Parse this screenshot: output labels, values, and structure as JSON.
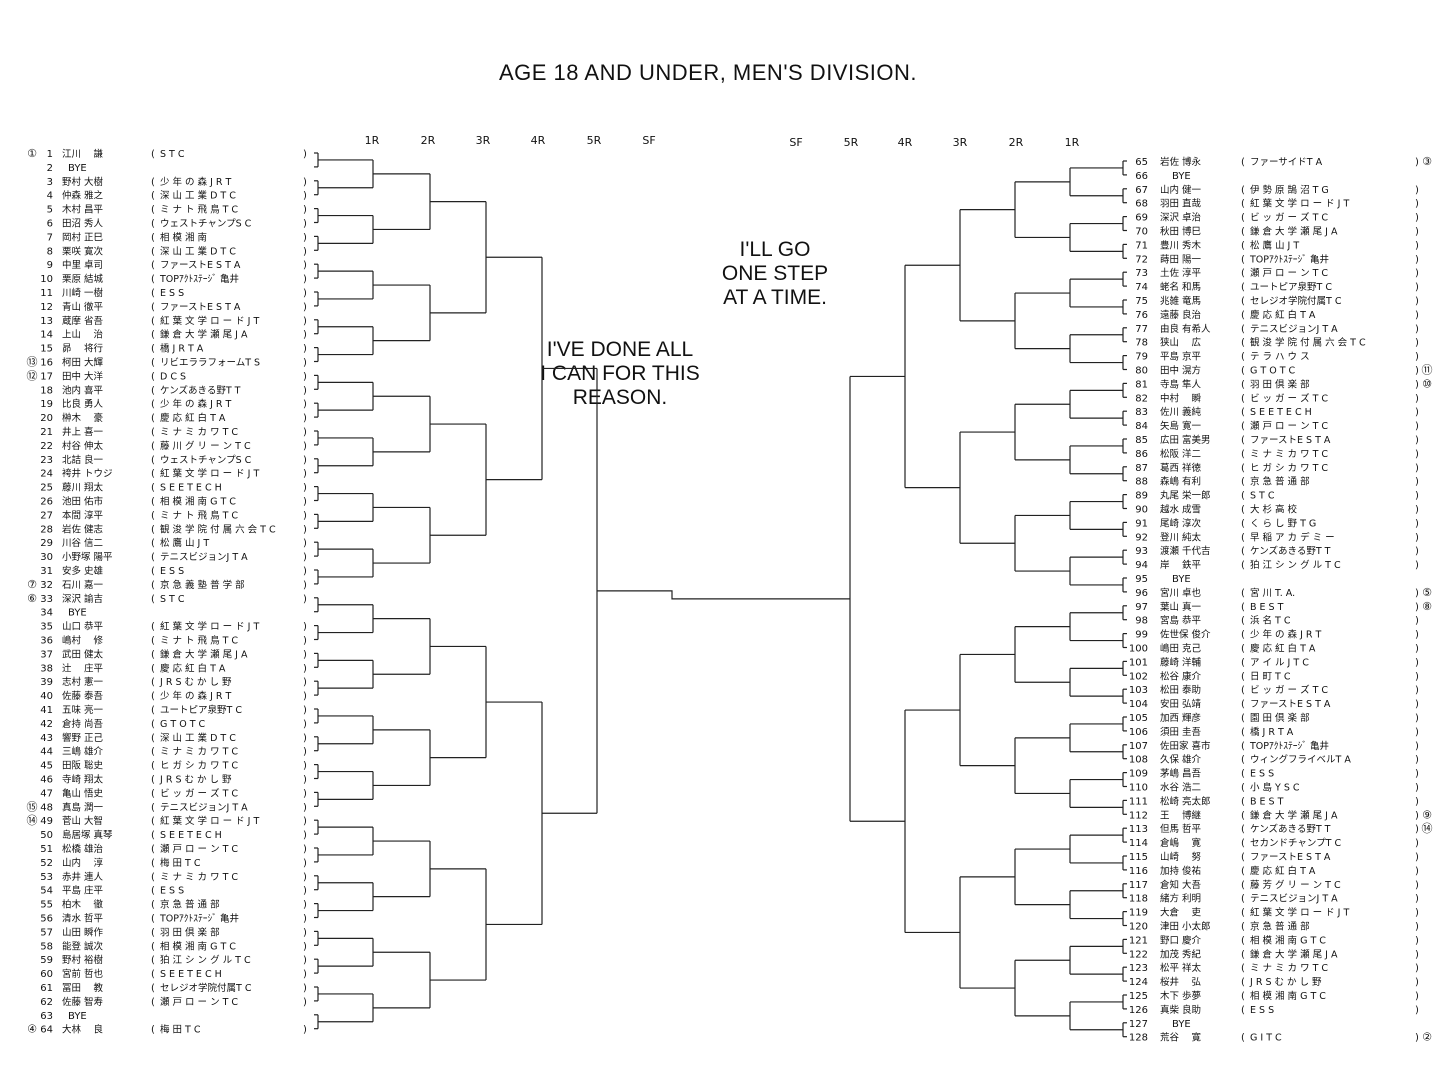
{
  "title": "AGE 18 AND UNDER, MEN'S DIVISION.",
  "captions": {
    "left": "I'VE DONE ALL\nI CAN FOR THIS\nREASON.",
    "right": "I'LL GO\nONE STEP\nAT A TIME."
  },
  "rounds": {
    "left": [
      "1R",
      "2R",
      "3R",
      "4R",
      "5R",
      "SF"
    ],
    "right": [
      "SF",
      "5R",
      "4R",
      "3R",
      "2R",
      "1R"
    ]
  },
  "left_entries": [
    {
      "n": "1",
      "name": "江川 　謙",
      "club": "S T C",
      "seed": "①"
    },
    {
      "n": "2",
      "name": "BYE",
      "club": ""
    },
    {
      "n": "3",
      "name": "野村 大樹",
      "club": "少 年 の 森 J R T"
    },
    {
      "n": "4",
      "name": "仲森 雅之",
      "club": "深 山 工 業 D T C"
    },
    {
      "n": "5",
      "name": "木村 昌平",
      "club": "ミ ナ ト 飛 鳥 T C"
    },
    {
      "n": "6",
      "name": "田沼 秀人",
      "club": "ウェストチャンプS C"
    },
    {
      "n": "7",
      "name": "岡村 正巳",
      "club": "相 模 湘 南"
    },
    {
      "n": "8",
      "name": "栗咲 寛次",
      "club": "深 山 工 業 D T C"
    },
    {
      "n": "9",
      "name": "中里 卓司",
      "club": "ファーストE S T A"
    },
    {
      "n": "10",
      "name": "栗原 結城",
      "club": "TOPｱｸﾄｽﾃｰｼﾞ 亀井"
    },
    {
      "n": "11",
      "name": "川崎 一樹",
      "club": "E S S"
    },
    {
      "n": "12",
      "name": "青山 徹平",
      "club": "ファーストE S T A"
    },
    {
      "n": "13",
      "name": "蔵摩 省吾",
      "club": "紅 葉 文 学 ロ ー ド J T"
    },
    {
      "n": "14",
      "name": "上山 　治",
      "club": "鎌 倉 大 学 瀬 尾 J A"
    },
    {
      "n": "15",
      "name": "昴 　将行",
      "club": "橋 J R T A"
    },
    {
      "n": "16",
      "name": "柯田 大輝",
      "club": "リビエララフォームT S",
      "seed": "⑬"
    },
    {
      "n": "17",
      "name": "田中 大洋",
      "club": "D C S",
      "seed": "⑫"
    },
    {
      "n": "18",
      "name": "池内 喜平",
      "club": "ケンズあきる野T T"
    },
    {
      "n": "19",
      "name": "比良 勇人",
      "club": "少 年 の 森 J R T"
    },
    {
      "n": "20",
      "name": "榊木 　豪",
      "club": "慶 応 紅 白 T A"
    },
    {
      "n": "21",
      "name": "井上 喜一",
      "club": "ミ ナ ミ カ ワ T C"
    },
    {
      "n": "22",
      "name": "村谷 伸太",
      "club": "藤 川 グ リ ー ン T C"
    },
    {
      "n": "23",
      "name": "北詰 良一",
      "club": "ウェストチャンプS C"
    },
    {
      "n": "24",
      "name": "袴井 トウジ",
      "club": "紅 葉 文 学 ロ ー ド J T"
    },
    {
      "n": "25",
      "name": "藤川 翔太",
      "club": "S E E T E C H"
    },
    {
      "n": "26",
      "name": "池田 佑市",
      "club": "相 模 湘 南 G T C"
    },
    {
      "n": "27",
      "name": "本間 淳平",
      "club": "ミ ナ ト 飛 鳥 T C"
    },
    {
      "n": "28",
      "name": "岩佐 健志",
      "club": "観 浚 学 院 付 属 六 会 T C"
    },
    {
      "n": "29",
      "name": "川谷 信二",
      "club": "松 鷹 山 J T"
    },
    {
      "n": "30",
      "name": "小野塚 陽平",
      "club": "テニスビジョンJ T A"
    },
    {
      "n": "31",
      "name": "安多 史雄",
      "club": "E S S"
    },
    {
      "n": "32",
      "name": "石川 嘉一",
      "club": "京 急 義 塾 普 学 部",
      "seed": "⑦"
    },
    {
      "n": "33",
      "name": "深沢 諭吉",
      "club": "S T C",
      "seed": "⑥"
    },
    {
      "n": "34",
      "name": "BYE",
      "club": ""
    },
    {
      "n": "35",
      "name": "山口 恭平",
      "club": "紅 葉 文 学 ロ ー ド J T"
    },
    {
      "n": "36",
      "name": "嶋村 　修",
      "club": "ミ ナ ト 飛 鳥 T C"
    },
    {
      "n": "37",
      "name": "武田 健太",
      "club": "鎌 倉 大 学 瀬 尾 J A"
    },
    {
      "n": "38",
      "name": "辻 　庄平",
      "club": "慶 応 紅 白 T A"
    },
    {
      "n": "39",
      "name": "志村 憲一",
      "club": "J R S む か し 野"
    },
    {
      "n": "40",
      "name": "佐藤 泰吾",
      "club": "少 年 の 森 J R T"
    },
    {
      "n": "41",
      "name": "五味 亮一",
      "club": "ユートピア泉野T C"
    },
    {
      "n": "42",
      "name": "倉持 尚吾",
      "club": "G T O T C"
    },
    {
      "n": "43",
      "name": "響野 正己",
      "club": "深 山 工 業 D T C"
    },
    {
      "n": "44",
      "name": "三嶋 雄介",
      "club": "ミ ナ ミ カ ワ T C"
    },
    {
      "n": "45",
      "name": "田阪 聡史",
      "club": "ヒ ガ シ カ ワ T C"
    },
    {
      "n": "46",
      "name": "寺崎 翔太",
      "club": "J R S む か し 野"
    },
    {
      "n": "47",
      "name": "亀山 悟史",
      "club": "ビ ッ ガ ー ズ T C"
    },
    {
      "n": "48",
      "name": "真島 潤一",
      "club": "テニスビジョンJ T A",
      "seed": "⑮"
    },
    {
      "n": "49",
      "name": "菅山 大智",
      "club": "紅 葉 文 学 ロ ー ド J T",
      "seed": "⑭"
    },
    {
      "n": "50",
      "name": "島居塚 真琴",
      "club": "S E E T E C H"
    },
    {
      "n": "51",
      "name": "松橋 雄治",
      "club": "瀬 戸 ロ ー ン T C"
    },
    {
      "n": "52",
      "name": "山内 　淳",
      "club": "梅 田 T C"
    },
    {
      "n": "53",
      "name": "赤井 連人",
      "club": "ミ ナ ミ カ ワ T C"
    },
    {
      "n": "54",
      "name": "平島 庄平",
      "club": "E S S"
    },
    {
      "n": "55",
      "name": "柏木 　徹",
      "club": "京 急 普 通 部"
    },
    {
      "n": "56",
      "name": "清水 哲平",
      "club": "TOPｱｸﾄｽﾃｰｼﾞ 亀井"
    },
    {
      "n": "57",
      "name": "山田 瞬作",
      "club": "羽 田 倶 楽 部"
    },
    {
      "n": "58",
      "name": "能登 誠次",
      "club": "相 模 湘 南 G T C"
    },
    {
      "n": "59",
      "name": "野村 裕樹",
      "club": "狛 江 シ ン グ ル T C"
    },
    {
      "n": "60",
      "name": "宮前 哲也",
      "club": "S E E T E C H"
    },
    {
      "n": "61",
      "name": "冨田 　教",
      "club": "セレジオ学院付属T C"
    },
    {
      "n": "62",
      "name": "佐藤 智寿",
      "club": "瀬 戸 ロ ー ン T C"
    },
    {
      "n": "63",
      "name": "BYE",
      "club": ""
    },
    {
      "n": "64",
      "name": "大林 　良",
      "club": "梅 田 T C",
      "seed": "④"
    }
  ],
  "right_entries": [
    {
      "n": "65",
      "name": "岩佐 博永",
      "club": "ファーサイドT A",
      "seed": "③"
    },
    {
      "n": "66",
      "name": "BYE",
      "club": ""
    },
    {
      "n": "67",
      "name": "山内 健一",
      "club": "伊 勢 原 鵠 沼 T G"
    },
    {
      "n": "68",
      "name": "羽田 直哉",
      "club": "紅 葉 文 学 ロ ー ド J T"
    },
    {
      "n": "69",
      "name": "深沢 卓治",
      "club": "ビ ッ ガ ー ズ T C"
    },
    {
      "n": "70",
      "name": "秋田 博巳",
      "club": "鎌 倉 大 学 瀬 尾 J A"
    },
    {
      "n": "71",
      "name": "豊川 秀木",
      "club": "松 鷹 山 J T"
    },
    {
      "n": "72",
      "name": "蒔田 陽一",
      "club": "TOPｱｸﾄｽﾃｰｼﾞ 亀井"
    },
    {
      "n": "73",
      "name": "土佐 淳平",
      "club": "瀬 戸 ロ ー ン T C"
    },
    {
      "n": "74",
      "name": "蛯名 和馬",
      "club": "ユートピア泉野T C"
    },
    {
      "n": "75",
      "name": "兆雑 竜馬",
      "club": "セレジオ学院付属T C"
    },
    {
      "n": "76",
      "name": "遠藤 良治",
      "club": "慶 応 紅 白 T A"
    },
    {
      "n": "77",
      "name": "由良 有希人",
      "club": "テニスビジョンJ T A"
    },
    {
      "n": "78",
      "name": "狭山 　広",
      "club": "観 浚 学 院 付 属 六 会 T C"
    },
    {
      "n": "79",
      "name": "平島 京平",
      "club": "テ ラ ハ ウ ス"
    },
    {
      "n": "80",
      "name": "田中 滉方",
      "club": "G T O T C",
      "seed": "⑪"
    },
    {
      "n": "81",
      "name": "寺島 隼人",
      "club": "羽 田 倶 楽 部",
      "seed": "⑩"
    },
    {
      "n": "82",
      "name": "中村 　瞬",
      "club": "ビ ッ ガ ー ズ T C"
    },
    {
      "n": "83",
      "name": "佐川 義純",
      "club": "S E E T E C H"
    },
    {
      "n": "84",
      "name": "矢島 寛一",
      "club": "瀬 戸 ロ ー ン T C"
    },
    {
      "n": "85",
      "name": "広田 富美男",
      "club": "ファーストE S T A"
    },
    {
      "n": "86",
      "name": "松阪 洋二",
      "club": "ミ ナ ミ カ ワ T C"
    },
    {
      "n": "87",
      "name": "葛西 祥徳",
      "club": "ヒ ガ シ カ ワ T C"
    },
    {
      "n": "88",
      "name": "森嶋 有利",
      "club": "京 急 普 通 部"
    },
    {
      "n": "89",
      "name": "丸尾 栄一郎",
      "club": "S T C"
    },
    {
      "n": "90",
      "name": "越水 成雪",
      "club": "大 杉 高 校"
    },
    {
      "n": "91",
      "name": "尾崎 淳次",
      "club": "く ら し 野 T G"
    },
    {
      "n": "92",
      "name": "登川 純太",
      "club": "早 稲 ア カ デ ミ ー"
    },
    {
      "n": "93",
      "name": "渡瀬 千代吉",
      "club": "ケンズあきる野T T"
    },
    {
      "n": "94",
      "name": "岸 　鉄平",
      "club": "狛 江 シ ン グ ル T C"
    },
    {
      "n": "95",
      "name": "BYE",
      "club": ""
    },
    {
      "n": "96",
      "name": "宮川 卓也",
      "club": "宮 川 T. A.",
      "seed": "⑤"
    },
    {
      "n": "97",
      "name": "葉山 真一",
      "club": "B E S T",
      "seed": "⑧"
    },
    {
      "n": "98",
      "name": "宮島 恭平",
      "club": "浜 名 T C"
    },
    {
      "n": "99",
      "name": "佐世保 俊介",
      "club": "少 年 の 森 J R T"
    },
    {
      "n": "100",
      "name": "嶋田 克己",
      "club": "慶 応 紅 白 T A"
    },
    {
      "n": "101",
      "name": "藤崎 洋輔",
      "club": "ア イ ル J T C"
    },
    {
      "n": "102",
      "name": "松谷 康介",
      "club": "日 町 T C"
    },
    {
      "n": "103",
      "name": "松田 泰助",
      "club": "ビ ッ ガ ー ズ T C"
    },
    {
      "n": "104",
      "name": "安田 弘靖",
      "club": "ファーストE S T A"
    },
    {
      "n": "105",
      "name": "加西 輝彦",
      "club": "園 田 倶 楽 部"
    },
    {
      "n": "106",
      "name": "須田 圭吾",
      "club": "橋 J R T A"
    },
    {
      "n": "107",
      "name": "佐田家 喜市",
      "club": "TOPｱｸﾄｽﾃｰｼﾞ 亀井"
    },
    {
      "n": "108",
      "name": "久保 雄介",
      "club": "ウィングフライベルT A"
    },
    {
      "n": "109",
      "name": "茅嶋 昌吾",
      "club": "E S S"
    },
    {
      "n": "110",
      "name": "水谷 浩二",
      "club": "小 島 Y S C"
    },
    {
      "n": "111",
      "name": "松崎 亮太郎",
      "club": "B E S T"
    },
    {
      "n": "112",
      "name": "王 　博継",
      "club": "鎌 倉 大 学 瀬 尾 J A",
      "seed": "⑨"
    },
    {
      "n": "113",
      "name": "但馬 哲平",
      "club": "ケンズあきる野T T",
      "seed": "⑭"
    },
    {
      "n": "114",
      "name": "倉嶋 　寛",
      "club": "セカンドチャンプT C"
    },
    {
      "n": "115",
      "name": "山崎 　努",
      "club": "ファーストE S T A"
    },
    {
      "n": "116",
      "name": "加持 俊祐",
      "club": "慶 応 紅 白 T A"
    },
    {
      "n": "117",
      "name": "倉知 大吾",
      "club": "藤 芳 グ リ ー ン T C"
    },
    {
      "n": "118",
      "name": "緒方 利明",
      "club": "テニスビジョンJ T A"
    },
    {
      "n": "119",
      "name": "大倉 　吏",
      "club": "紅 葉 文 学 ロ ー ド J T"
    },
    {
      "n": "120",
      "name": "津田 小太郎",
      "club": "京 急 普 通 部"
    },
    {
      "n": "121",
      "name": "野口 慶介",
      "club": "相 模 湘 南 G T C"
    },
    {
      "n": "122",
      "name": "加茂 秀紀",
      "club": "鎌 倉 大 学 瀬 尾 J A"
    },
    {
      "n": "123",
      "name": "松平 祥太",
      "club": "ミ ナ ミ カ ワ T C"
    },
    {
      "n": "124",
      "name": "桜井 　弘",
      "club": "J R S む か し 野"
    },
    {
      "n": "125",
      "name": "木下 歩夢",
      "club": "相 模 湘 南 G T C"
    },
    {
      "n": "126",
      "name": "真柴 良助",
      "club": "E S S"
    },
    {
      "n": "127",
      "name": "BYE",
      "club": ""
    },
    {
      "n": "128",
      "name": "荒谷 　寛",
      "club": "G I T C",
      "seed": "②"
    }
  ]
}
